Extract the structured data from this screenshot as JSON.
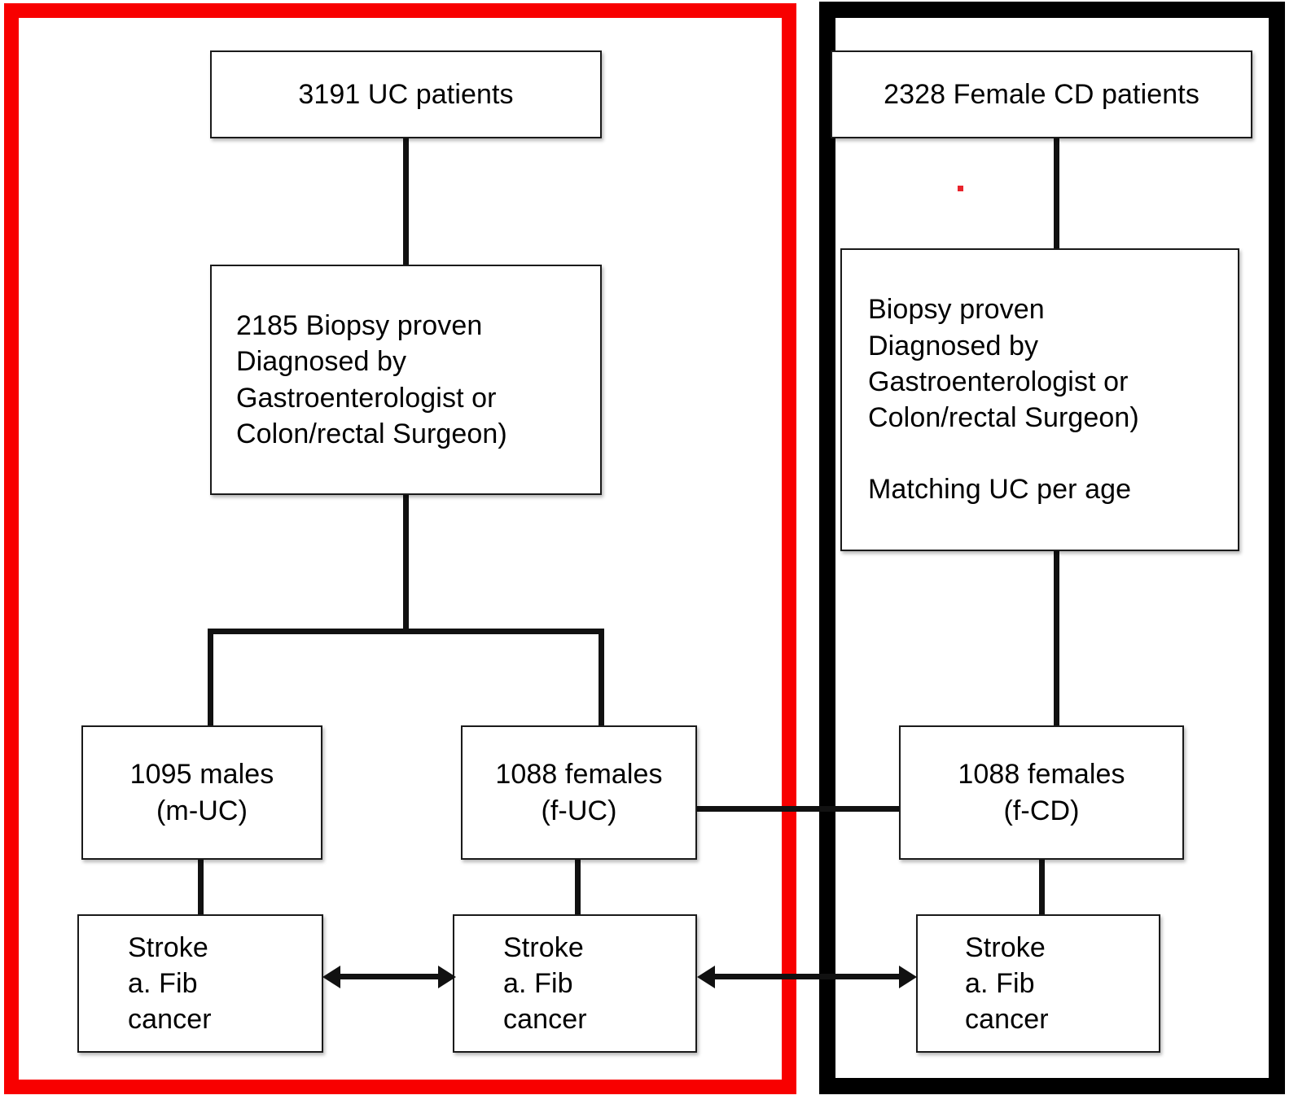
{
  "diagram": {
    "title": "IBD cohort flow diagram",
    "panels": [
      {
        "id": "left",
        "name": "UC cohort panel",
        "border_color": "#f80000"
      },
      {
        "id": "right",
        "name": "Female CD cohort panel",
        "border_color": "#000000"
      }
    ],
    "nodes": {
      "uc_total": {
        "text": "3191 UC patients"
      },
      "uc_biopsy": {
        "line1": "2185 Biopsy proven",
        "line2": "Diagnosed by",
        "line3": "Gastroenterologist or",
        "line4": "Colon/rectal Surgeon)"
      },
      "males_uc": {
        "line1": "1095 males",
        "line2": "(m-UC)"
      },
      "females_uc": {
        "line1": "1088 females",
        "line2": "(f-UC)"
      },
      "stroke_m": {
        "line1": "Stroke",
        "line2": "a. Fib",
        "line3": "cancer"
      },
      "stroke_fuc": {
        "line1": "Stroke",
        "line2": "a. Fib",
        "line3": "cancer"
      },
      "cd_total": {
        "text": "2328 Female CD patients"
      },
      "cd_biopsy": {
        "line1": "Biopsy proven",
        "line2": "Diagnosed by",
        "line3": "Gastroenterologist or",
        "line4": "Colon/rectal Surgeon)",
        "line5": "",
        "line6": "Matching UC per age"
      },
      "females_cd": {
        "line1": "1088 females",
        "line2": "(f-CD)"
      },
      "stroke_fcd": {
        "line1": "Stroke",
        "line2": "a. Fib",
        "line3": "cancer"
      }
    },
    "connectors": {
      "uc_total_to_biopsy": "vertical-line",
      "biopsy_to_split": "vertical-line",
      "split_bar": "horizontal-line",
      "split_leg_left": "vertical-line",
      "split_leg_right": "vertical-line",
      "males_to_stroke": "vertical-line",
      "females_uc_to_stroke": "vertical-line",
      "cd_total_to_biopsy": "vertical-line",
      "cd_biopsy_to_females": "vertical-line",
      "females_cd_to_stroke": "vertical-line",
      "fuc_to_fcd": "horizontal-line",
      "stroke_m_to_stroke_fuc": "double-headed-arrow",
      "stroke_fuc_to_stroke_fcd": "double-headed-arrow"
    }
  }
}
